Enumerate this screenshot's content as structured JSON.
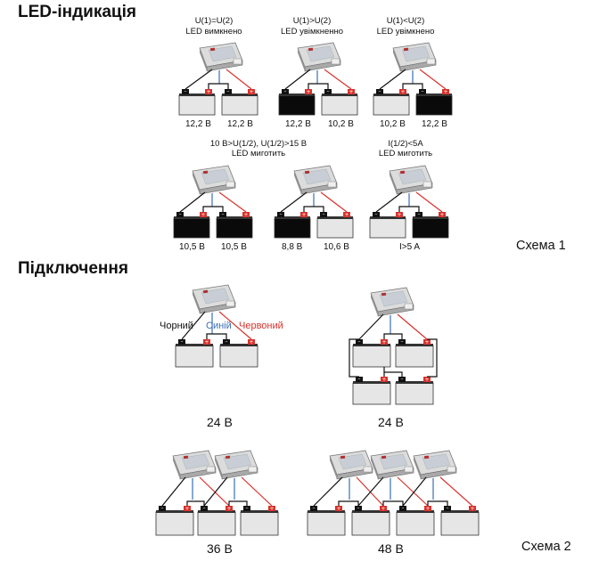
{
  "headings": {
    "led": "LED-індикація",
    "connection": "Підключення"
  },
  "schemes": {
    "one": "Схема 1",
    "two": "Схема 2"
  },
  "led_cases": [
    {
      "cond": "U(1)=U(2)",
      "led": "LED вимкнено",
      "left": "12,2 В",
      "right": "12,2 В"
    },
    {
      "cond": "U(1)>U(2)",
      "led": "LED увімкненно",
      "left": "12,2 В",
      "right": "10,2 В"
    },
    {
      "cond": "U(1)<U(2)",
      "led": "LED увімкнено",
      "left": "10,2 В",
      "right": "12,2 В"
    },
    {
      "cond": "10 B>U(1/2), U(1/2)>15 B",
      "led": "LED миготить",
      "left": "10,5 В",
      "right": "10,5 В"
    },
    {
      "cond": "",
      "led": "",
      "left": "8,8 В",
      "right": "10,6 В"
    },
    {
      "cond": "I(1/2)<5A",
      "led": "LED миготить",
      "left": "",
      "right": "I>5 A"
    }
  ],
  "wires": {
    "black": "Чорний",
    "blue": "Синій",
    "red": "Червоний"
  },
  "colors": {
    "black": "#111111",
    "blue": "#3a6fb5",
    "red": "#d8322c",
    "battery": "#e6e6e6",
    "battery_dark": "#0a0a0a"
  },
  "voltages": {
    "a": "24 В",
    "b": "24 В",
    "c": "36 В",
    "d": "48 В"
  },
  "icons": {
    "balancer": "battery-balancer-icon",
    "battery": "battery-icon"
  }
}
